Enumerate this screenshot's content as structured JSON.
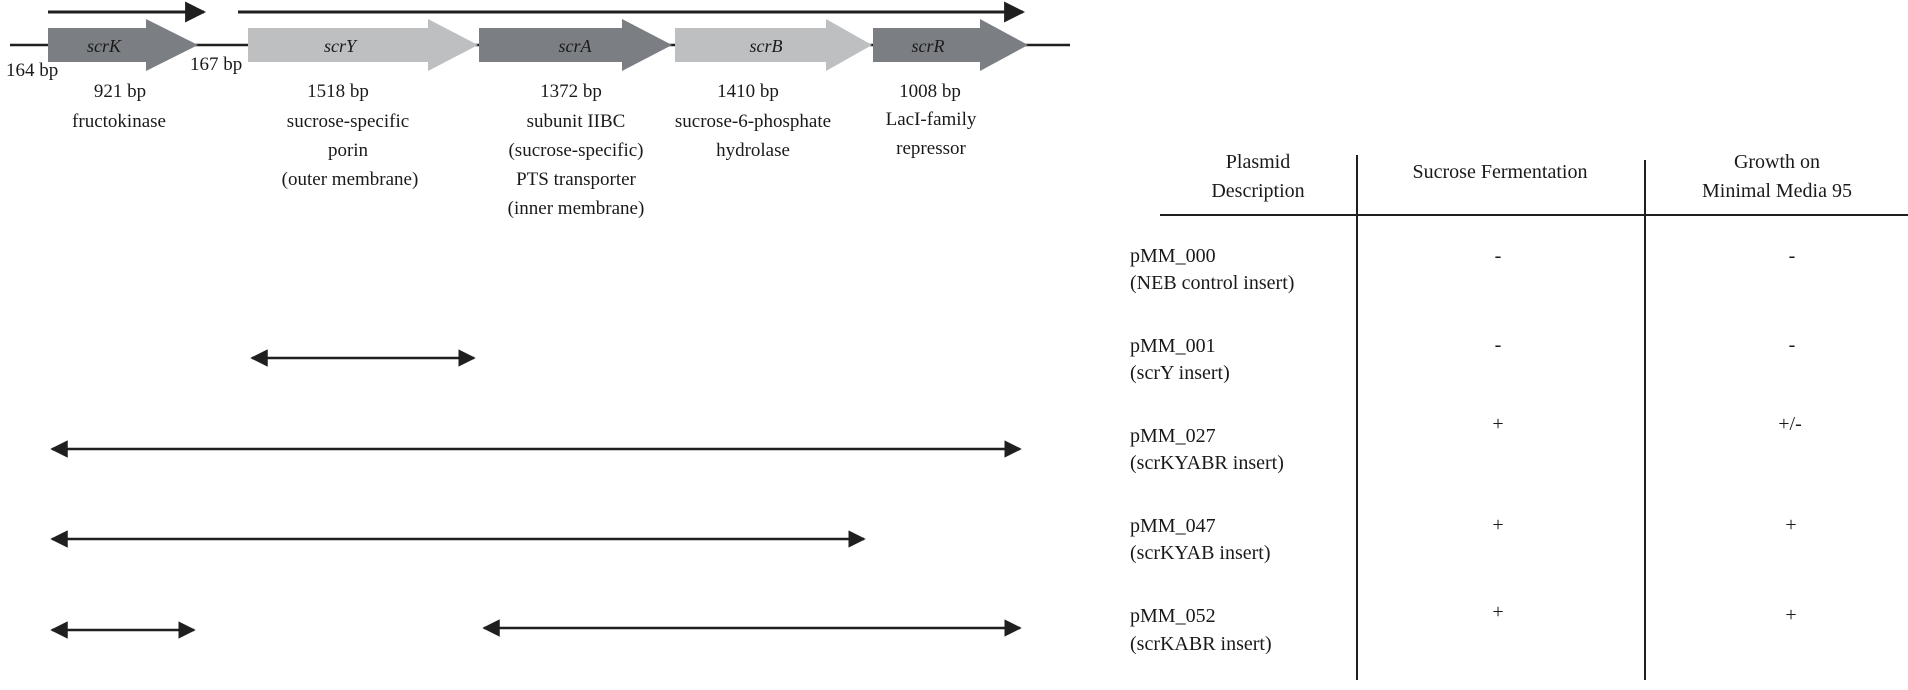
{
  "colors": {
    "dark_gene": "#7b7e82",
    "light_gene": "#bdbfc1",
    "line": "#1f1f1f"
  },
  "operon": {
    "intergenic": {
      "left": "164 bp",
      "right": "167 bp"
    },
    "genes": [
      {
        "name": "scrK",
        "size": "921 bp",
        "desc": [
          "fructokinase"
        ],
        "shade": "dark"
      },
      {
        "name": "scrY",
        "size": "1518 bp",
        "desc": [
          "sucrose-specific",
          "porin",
          "(outer membrane)"
        ],
        "shade": "light"
      },
      {
        "name": "scrA",
        "size": "1372 bp",
        "desc": [
          "subunit IIBC",
          "(sucrose-specific)",
          "PTS transporter",
          "(inner membrane)"
        ],
        "shade": "dark"
      },
      {
        "name": "scrB",
        "size": "1410 bp",
        "desc": [
          "sucrose-6-phosphate",
          "hydrolase"
        ],
        "shade": "light"
      },
      {
        "name": "scrR",
        "size": "1008 bp",
        "desc": [
          "LacI-family",
          "repressor"
        ],
        "shade": "dark"
      }
    ]
  },
  "table": {
    "headers": [
      [
        "Plasmid",
        "Description"
      ],
      [
        "Sucrose Fermentation"
      ],
      [
        "Growth on",
        "Minimal Media 95"
      ]
    ],
    "rows": [
      {
        "plasmid": "pMM_000",
        "insert": "(NEB control insert)",
        "fermentation": "-",
        "growth": "-"
      },
      {
        "plasmid": "pMM_001",
        "insert": "(scrY insert)",
        "fermentation": "-",
        "growth": "-"
      },
      {
        "plasmid": "pMM_027",
        "insert": "(scrKYABR insert)",
        "fermentation": "+",
        "growth": "+/-"
      },
      {
        "plasmid": "pMM_047",
        "insert": "(scrKYAB insert)",
        "fermentation": "+",
        "growth": "+"
      },
      {
        "plasmid": "pMM_052",
        "insert": "(scrKABR insert)",
        "fermentation": "+",
        "growth": "+"
      }
    ]
  }
}
